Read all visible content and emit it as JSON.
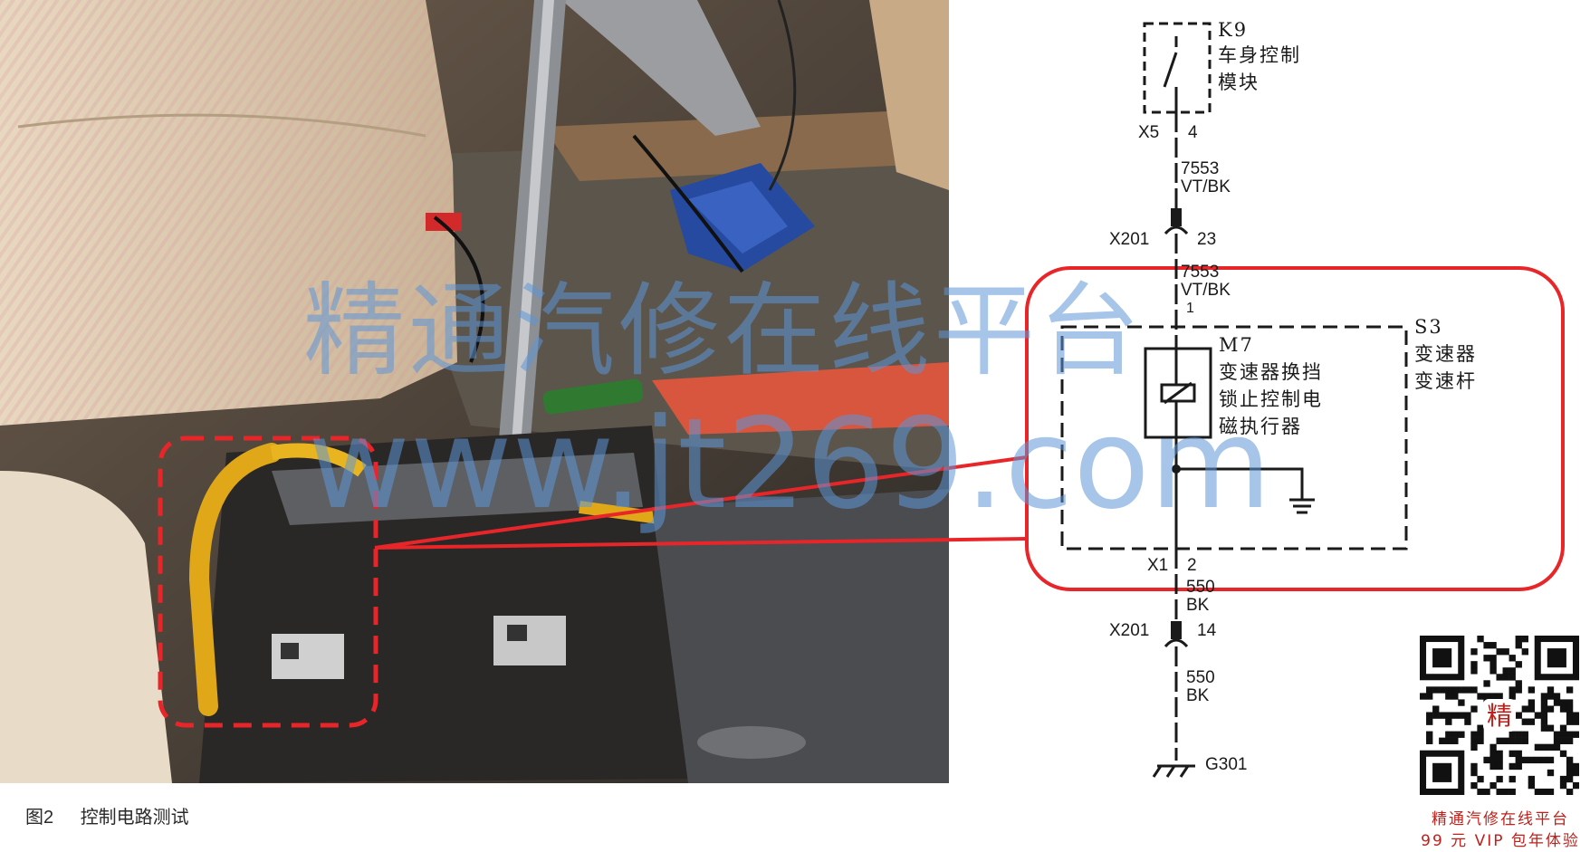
{
  "diagram": {
    "k9": {
      "ref": "K9",
      "name_line1": "车身控制",
      "name_line2": "模块"
    },
    "x5": {
      "connector": "X5",
      "pin": "4"
    },
    "wire_top": {
      "circuit": "7553",
      "color": "VT/BK"
    },
    "x201_upper": {
      "connector": "X201",
      "pin": "23"
    },
    "wire_mid": {
      "circuit": "7553",
      "color": "VT/BK",
      "pin": "1"
    },
    "s3": {
      "ref": "S3",
      "name_line1": "变速器",
      "name_line2": "变速杆"
    },
    "m7": {
      "ref": "M7",
      "name_line1": "变速器换挡",
      "name_line2": "锁止控制电",
      "name_line3": "磁执行器"
    },
    "x1": {
      "connector": "X1",
      "pin": "2"
    },
    "wire_low": {
      "circuit": "550",
      "color": "BK"
    },
    "x201_lower": {
      "connector": "X201",
      "pin": "14"
    },
    "wire_bottom": {
      "circuit": "550",
      "color": "BK"
    },
    "ground": {
      "ref": "G301"
    }
  },
  "caption": {
    "figure": "图2",
    "title": "控制电路测试"
  },
  "watermark": {
    "line1": "精通汽修在线平台",
    "line2": "www.jt269.com"
  },
  "qr": {
    "center_char": "精"
  },
  "brand": {
    "line1": "精通汽修在线平台",
    "line2": "99 元 VIP 包年体验"
  },
  "colors": {
    "highlight": "#e8262a",
    "watermark": "#5c96d7",
    "brand": "#c0201a"
  }
}
